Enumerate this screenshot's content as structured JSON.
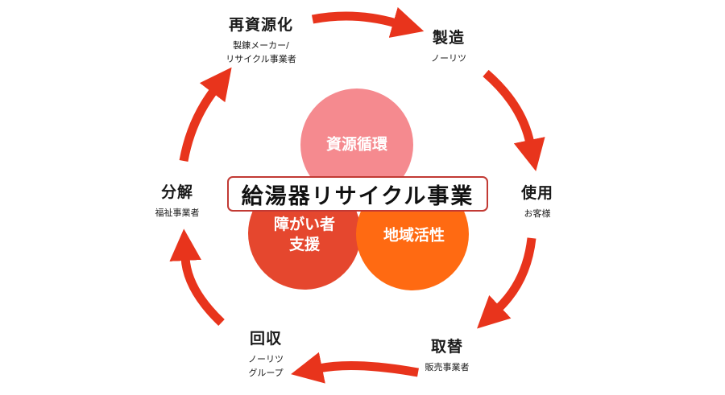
{
  "colors": {
    "arrow": "#e8341c",
    "circle_top": "#f58a8f",
    "circle_left": "#e5472e",
    "circle_right": "#ff6a12",
    "center_border": "#c23a34"
  },
  "center": {
    "title": "給湯器リサイクル事業"
  },
  "circles": {
    "top": "資源循環",
    "left": "障がい者\n支援",
    "right": "地域活性"
  },
  "nodes": {
    "recycle": {
      "title": "再資源化",
      "sub": "製錬メーカー/\nリサイクル事業者"
    },
    "manufacture": {
      "title": "製造",
      "sub": "ノーリツ"
    },
    "use": {
      "title": "使用",
      "sub": "お客様"
    },
    "replace": {
      "title": "取替",
      "sub": "販売事業者"
    },
    "collect": {
      "title": "回収",
      "sub": "ノーリツ\nグループ"
    },
    "disassemble": {
      "title": "分解",
      "sub": "福祉事業者"
    }
  }
}
